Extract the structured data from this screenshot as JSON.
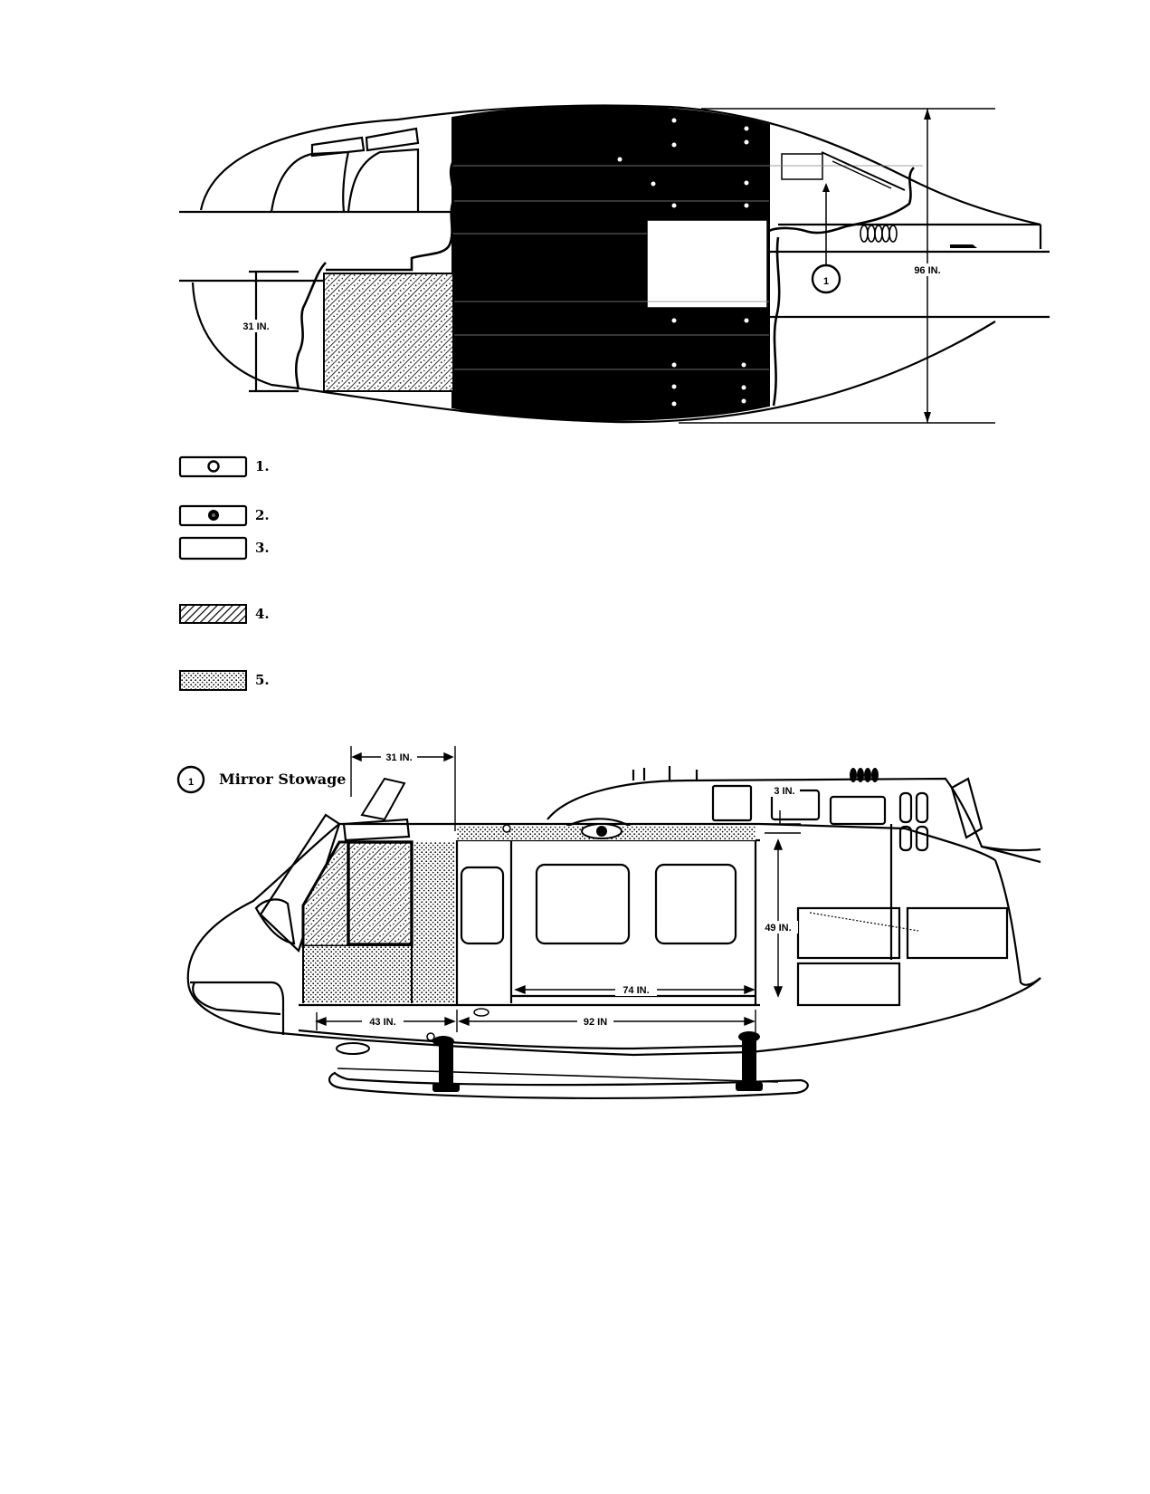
{
  "top_view": {
    "dim_width": "96 IN.",
    "dim_nose": "31 IN.",
    "callout": "1"
  },
  "legend": {
    "items": [
      {
        "number": "1.",
        "symbol": "ring-icon"
      },
      {
        "number": "2.",
        "symbol": "filled-dot-icon"
      },
      {
        "number": "3.",
        "symbol": "blank-box-icon"
      },
      {
        "number": "4.",
        "symbol": "hatch-pattern-icon"
      },
      {
        "number": "5.",
        "symbol": "stipple-pattern-icon"
      }
    ]
  },
  "callout_key": {
    "number": "1",
    "label": "Mirror Stowage"
  },
  "side_view": {
    "dim_top": "31 IN.",
    "dim_small": "3 IN.",
    "dim_height": "49 IN.",
    "dim_door": "74 IN.",
    "dim_front": "43 IN.",
    "dim_cabin": "92 IN"
  }
}
